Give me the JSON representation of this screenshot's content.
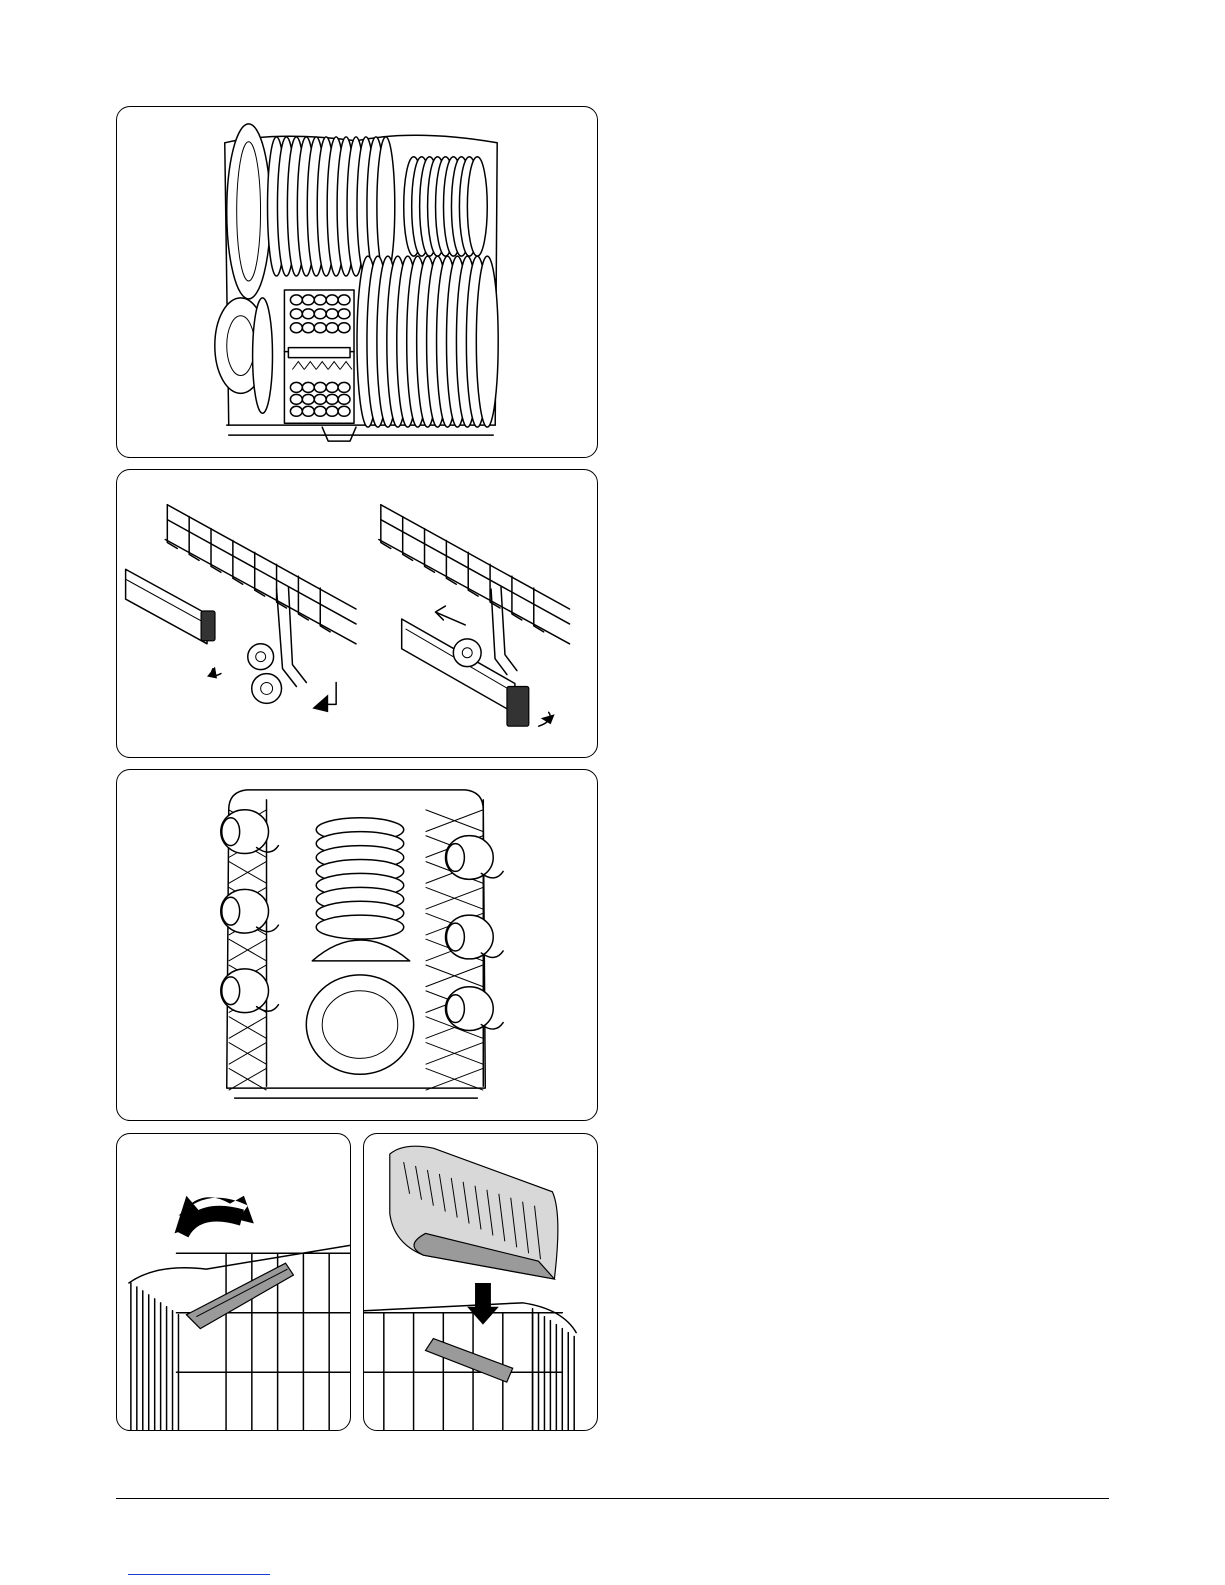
{
  "figures": [
    {
      "id": "fig-1",
      "depicts": "lower-basket-with-plates-and-cutlery"
    },
    {
      "id": "fig-2",
      "depicts": "upper-basket-wheel-adjustment"
    },
    {
      "id": "fig-3",
      "depicts": "upper-basket-with-cups-and-plates"
    },
    {
      "id": "fig-4",
      "depicts": "folding-rack-lift"
    },
    {
      "id": "fig-5",
      "depicts": "cutlery-tray-insert"
    }
  ],
  "colors": {
    "line": "#000000",
    "fill": "#ffffff",
    "tint": "#9a9a9a",
    "link": "#1a3fd1"
  }
}
